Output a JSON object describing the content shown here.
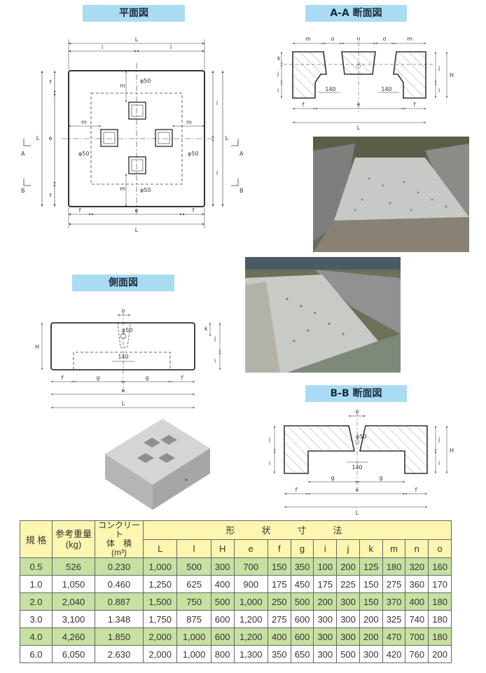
{
  "headers": {
    "plan": "平面図",
    "aa": "A-A 断面図",
    "side": "側面図",
    "bb": "B-B 断面図"
  },
  "dims": {
    "L": "L",
    "l": "l",
    "H": "H",
    "e": "e",
    "f": "f",
    "g": "g",
    "i": "i",
    "j": "j",
    "k": "k",
    "m": "m",
    "n": "n",
    "o": "o",
    "phi50": "φ50",
    "w140": "140",
    "A": "A",
    "B": "B"
  },
  "table": {
    "col_kikaku": "規 格",
    "col_weight_l1": "参考重量",
    "col_weight_l2": "(kg)",
    "col_vol_l1": "コンクリート",
    "col_vol_l2": "体　積",
    "col_vol_l3": "(m³)",
    "col_shape": "形状寸法",
    "dim_cols": [
      "L",
      "l",
      "H",
      "e",
      "f",
      "g",
      "i",
      "j",
      "k",
      "m",
      "n",
      "o"
    ],
    "rows": [
      {
        "spec": "0.5",
        "weight": "526",
        "volume": "0.230",
        "dims": [
          "1,000",
          "500",
          "300",
          "700",
          "150",
          "350",
          "100",
          "200",
          "125",
          "180",
          "320",
          "160"
        ]
      },
      {
        "spec": "1.0",
        "weight": "1,050",
        "volume": "0.460",
        "dims": [
          "1,250",
          "625",
          "400",
          "900",
          "175",
          "450",
          "175",
          "225",
          "150",
          "275",
          "360",
          "170"
        ]
      },
      {
        "spec": "2.0",
        "weight": "2,040",
        "volume": "0.887",
        "dims": [
          "1,500",
          "750",
          "500",
          "1,000",
          "250",
          "500",
          "200",
          "300",
          "150",
          "370",
          "400",
          "180"
        ]
      },
      {
        "spec": "3.0",
        "weight": "3,100",
        "volume": "1.348",
        "dims": [
          "1,750",
          "875",
          "600",
          "1,200",
          "275",
          "600",
          "300",
          "300",
          "200",
          "325",
          "740",
          "180"
        ]
      },
      {
        "spec": "4.0",
        "weight": "4,260",
        "volume": "1.850",
        "dims": [
          "2,000",
          "1,000",
          "600",
          "1,200",
          "400",
          "600",
          "300",
          "300",
          "200",
          "470",
          "700",
          "180"
        ]
      },
      {
        "spec": "6.0",
        "weight": "6,050",
        "volume": "2.630",
        "dims": [
          "2,000",
          "1,000",
          "800",
          "1,300",
          "350",
          "650",
          "300",
          "500",
          "300",
          "420",
          "760",
          "200"
        ]
      }
    ]
  },
  "colors": {
    "header_bg": "#a9dcf3",
    "row_green": "#c7e1a2",
    "table_head": "#fdf6b0"
  }
}
